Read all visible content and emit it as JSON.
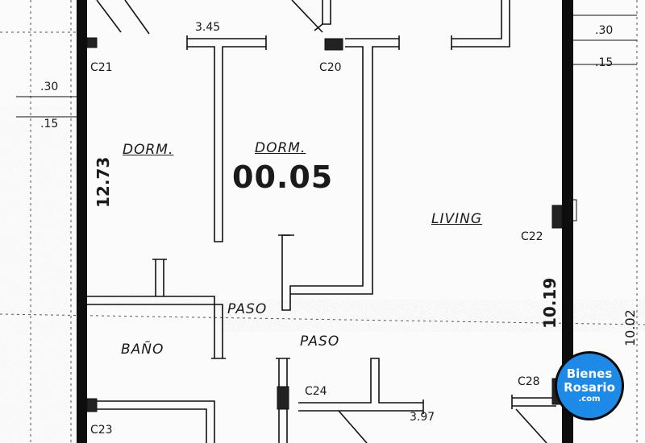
{
  "plan": {
    "plan_code": "00.05",
    "rooms": {
      "dorm_left": "DORM.",
      "dorm_center": "DORM.",
      "living": "LIVING",
      "paso_left": "PASO",
      "paso_center": "PASO",
      "bano": "BAÑO"
    },
    "columns": {
      "c21": "C21",
      "c20": "C20",
      "c22": "C22",
      "c23": "C23",
      "c24": "C24",
      "c28": "C28"
    },
    "dimensions": {
      "top_width": "3.45",
      "bottom_width": "3.97",
      "left_height": "12.73",
      "right_height": "10.19",
      "far_right_height": "10.02",
      "left_30": ".30",
      "left_15": ".15",
      "right_30": ".30",
      "right_15": ".15"
    }
  },
  "logo": {
    "line1": "Bienes",
    "line2": "Rosario",
    "line3": ".com",
    "color": "#1e8ae8"
  }
}
